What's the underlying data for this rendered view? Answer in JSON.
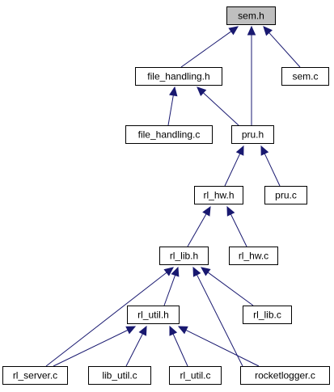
{
  "graph": {
    "node_fill": "#ffffff",
    "root_fill": "#bfbfbf",
    "edge_color": "#191970",
    "nodes": [
      {
        "id": "sem_h",
        "label": "sem.h",
        "root": true
      },
      {
        "id": "file_handling_h",
        "label": "file_handling.h"
      },
      {
        "id": "sem_c",
        "label": "sem.c"
      },
      {
        "id": "file_handling_c",
        "label": "file_handling.c"
      },
      {
        "id": "pru_h",
        "label": "pru.h"
      },
      {
        "id": "rl_hw_h",
        "label": "rl_hw.h"
      },
      {
        "id": "pru_c",
        "label": "pru.c"
      },
      {
        "id": "rl_lib_h",
        "label": "rl_lib.h"
      },
      {
        "id": "rl_hw_c",
        "label": "rl_hw.c"
      },
      {
        "id": "rl_util_h",
        "label": "rl_util.h"
      },
      {
        "id": "rl_lib_c",
        "label": "rl_lib.c"
      },
      {
        "id": "rl_server_c",
        "label": "rl_server.c"
      },
      {
        "id": "lib_util_c",
        "label": "lib_util.c"
      },
      {
        "id": "rl_util_c",
        "label": "rl_util.c"
      },
      {
        "id": "rocketlogger_c",
        "label": "rocketlogger.c"
      }
    ],
    "edges": [
      {
        "from": "file_handling_h",
        "to": "sem_h"
      },
      {
        "from": "pru_h",
        "to": "sem_h"
      },
      {
        "from": "sem_c",
        "to": "sem_h"
      },
      {
        "from": "file_handling_c",
        "to": "file_handling_h"
      },
      {
        "from": "pru_h",
        "to": "file_handling_h"
      },
      {
        "from": "rl_hw_h",
        "to": "pru_h"
      },
      {
        "from": "pru_c",
        "to": "pru_h"
      },
      {
        "from": "rl_lib_h",
        "to": "rl_hw_h"
      },
      {
        "from": "rl_hw_c",
        "to": "rl_hw_h"
      },
      {
        "from": "rl_server_c",
        "to": "rl_lib_h"
      },
      {
        "from": "rl_util_h",
        "to": "rl_lib_h"
      },
      {
        "from": "rocketlogger_c",
        "to": "rl_lib_h"
      },
      {
        "from": "rl_lib_c",
        "to": "rl_lib_h"
      },
      {
        "from": "rl_server_c",
        "to": "rl_util_h"
      },
      {
        "from": "lib_util_c",
        "to": "rl_util_h"
      },
      {
        "from": "rl_util_c",
        "to": "rl_util_h"
      },
      {
        "from": "rocketlogger_c",
        "to": "rl_util_h"
      }
    ]
  }
}
